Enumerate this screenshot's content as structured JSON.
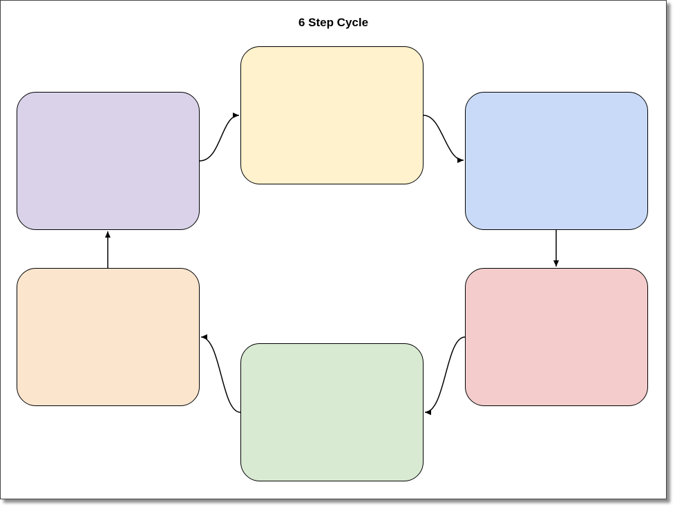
{
  "title": "6 Step Cycle",
  "colors": {
    "step_1": "#fff2cc",
    "step_2": "#c9daf8",
    "step_3": "#f4cccc",
    "step_4": "#d9ead3",
    "step_5": "#fce5cd",
    "step_6": "#d9d2e9",
    "stroke": "#000000"
  },
  "steps": [
    {
      "id": "step-top",
      "color_key": "step_1"
    },
    {
      "id": "step-right1",
      "color_key": "step_2"
    },
    {
      "id": "step-right2",
      "color_key": "step_3"
    },
    {
      "id": "step-bottom",
      "color_key": "step_4"
    },
    {
      "id": "step-left2",
      "color_key": "step_5"
    },
    {
      "id": "step-left1",
      "color_key": "step_6"
    }
  ],
  "connections": [
    {
      "from": "step-top",
      "to": "step-right1"
    },
    {
      "from": "step-right1",
      "to": "step-right2"
    },
    {
      "from": "step-right2",
      "to": "step-bottom"
    },
    {
      "from": "step-bottom",
      "to": "step-left2"
    },
    {
      "from": "step-left2",
      "to": "step-left1"
    },
    {
      "from": "step-left1",
      "to": "step-top"
    }
  ]
}
